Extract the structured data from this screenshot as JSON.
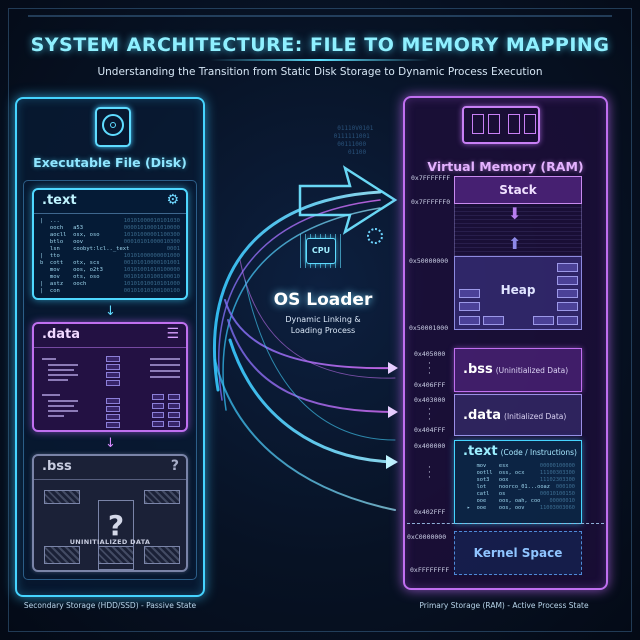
{
  "header": {
    "title": "SYSTEM ARCHITECTURE: FILE TO MEMORY MAPPING",
    "subtitle": "Understanding the Transition from Static Disk Storage to Dynamic Process Execution"
  },
  "disk_panel": {
    "title": "Executable File (Disk)",
    "icon": "hard-drive-icon",
    "footer": "Secondary Storage (HDD/SSD) - Passive State",
    "sections": {
      "text": {
        "name": ".text",
        "icon": "gears-icon",
        "code": [
          {
            "g": "|",
            "op": "...",
            "arg": "",
            "bin": "10101000010101030"
          },
          {
            "g": " ",
            "op": "ooch",
            "arg": "a53",
            "bin": "00001010001010000"
          },
          {
            "g": " ",
            "op": "aocll",
            "arg": "osx, oso",
            "bin": "10101000001100300"
          },
          {
            "g": " ",
            "op": "btlo",
            "arg": "oov",
            "bin": "00010101000010300"
          },
          {
            "g": " ",
            "op": "lsn",
            "arg": "coobyt:lcl.._text",
            "bin": "0001"
          },
          {
            "g": "|",
            "op": "tto",
            "arg": "",
            "bin": "10101000000001000"
          },
          {
            "g": "b",
            "op": "cott",
            "arg": "otx, scs",
            "bin": "00101010000101001"
          },
          {
            "g": " ",
            "op": "mov",
            "arg": "oos, o2t3",
            "bin": "10101001010100000"
          },
          {
            "g": " ",
            "op": "mov",
            "arg": "ots, oso",
            "bin": "00101010100100010"
          },
          {
            "g": "|",
            "op": "astz",
            "arg": "ooch",
            "bin": "10101010010101000"
          },
          {
            "g": "|",
            "op": "con",
            "arg": "",
            "bin": "00101010100100100"
          }
        ]
      },
      "data": {
        "name": ".data",
        "icon": "database-stack-icon"
      },
      "bss": {
        "name": ".bss",
        "icon": "question-icon",
        "center_glyph": "?",
        "caption": "UNINITIALIZED DATA"
      }
    },
    "arrow_glyph": "↓"
  },
  "center": {
    "chip_label": "CPU",
    "title": "OS Loader",
    "subtitle_line1": "Dynamic Linking &",
    "subtitle_line2": "Loading Process"
  },
  "memory_panel": {
    "title": "Virtual Memory (RAM)",
    "icon": "ram-module-icon",
    "footer": "Primary Storage (RAM) - Active Process State",
    "stack": {
      "label": "Stack",
      "addr_top": "0x7FFFFFFF",
      "addr_bottom": "0x7FFFFFF0"
    },
    "heap": {
      "label": "Heap",
      "addr_top": "0x50000000",
      "addr_bottom": "0x50001000"
    },
    "bss": {
      "name": ".bss",
      "desc": "(Uninitialized Data)",
      "addr_start": "0x405000",
      "addr_end": "0x406FFF"
    },
    "data": {
      "name": ".data",
      "desc": "(Initialized Data)",
      "addr_start": "0x403000",
      "addr_end": "0x404FFF"
    },
    "text": {
      "name": ".text",
      "desc": "(Code / Instructions)",
      "addr_start": "0x400000",
      "addr_end": "0x402FFF",
      "code": [
        {
          "g": " ",
          "op": "mov",
          "arg": "esx",
          "bin": "00000100000"
        },
        {
          "g": " ",
          "op": "ootll",
          "arg": "oss, ocx",
          "bin": "11100303300"
        },
        {
          "g": " ",
          "op": "sot3",
          "arg": "oox",
          "bin": "11102303300"
        },
        {
          "g": " ",
          "op": "lot",
          "arg": "noorco_01...ooaz",
          "bin": "000100"
        },
        {
          "g": " ",
          "op": "catl",
          "arg": "os",
          "bin": "00010100150"
        },
        {
          "g": " ",
          "op": "ooe",
          "arg": "oos, oah, coo",
          "bin": "00000010"
        },
        {
          "g": "▸",
          "op": "ooe",
          "arg": "oos, oov",
          "bin": "11003003060"
        }
      ]
    },
    "kernel": {
      "label": "Kernel Space",
      "addr_start": "0xC0000000",
      "addr_end": "0xFFFFFFFF"
    }
  },
  "colors": {
    "disk_accent": "#45d4ff",
    "memory_accent": "#c06ff0",
    "background": "#071224",
    "title": "#8ff0ff"
  }
}
